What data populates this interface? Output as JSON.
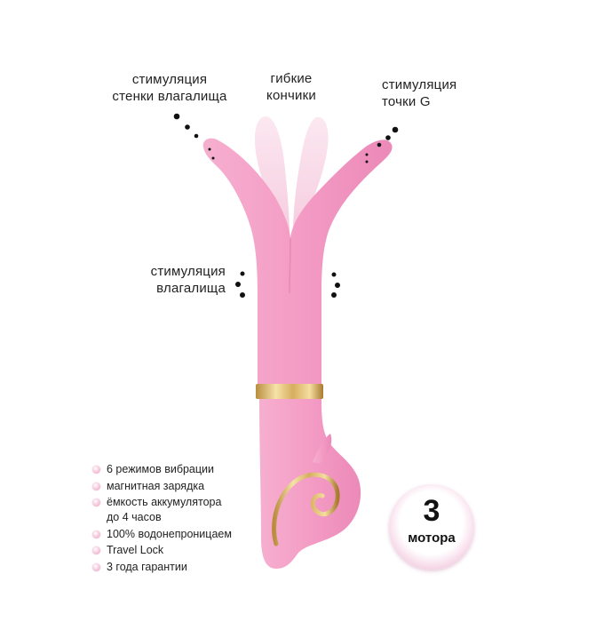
{
  "callouts": {
    "wall": [
      "стимуляция",
      "стенки влагалища"
    ],
    "tips": [
      "гибкие",
      "кончики"
    ],
    "gspot": [
      "стимуляция",
      "точки G"
    ],
    "vagina": [
      "стимуляция",
      "влагалища"
    ]
  },
  "features": [
    "6 режимов вибрации",
    "магнитная зарядка",
    "ёмкость аккумулятора",
    "до 4 часов",
    "100% водонепроницаем",
    "Travel Lock",
    "3 года гарантии"
  ],
  "badge": {
    "number": "3",
    "word": "мотора"
  },
  "colors": {
    "body": "#f29bc4",
    "accent_gold": "#d8b56a",
    "ghost": "#f7d0e2",
    "text": "#222222"
  }
}
